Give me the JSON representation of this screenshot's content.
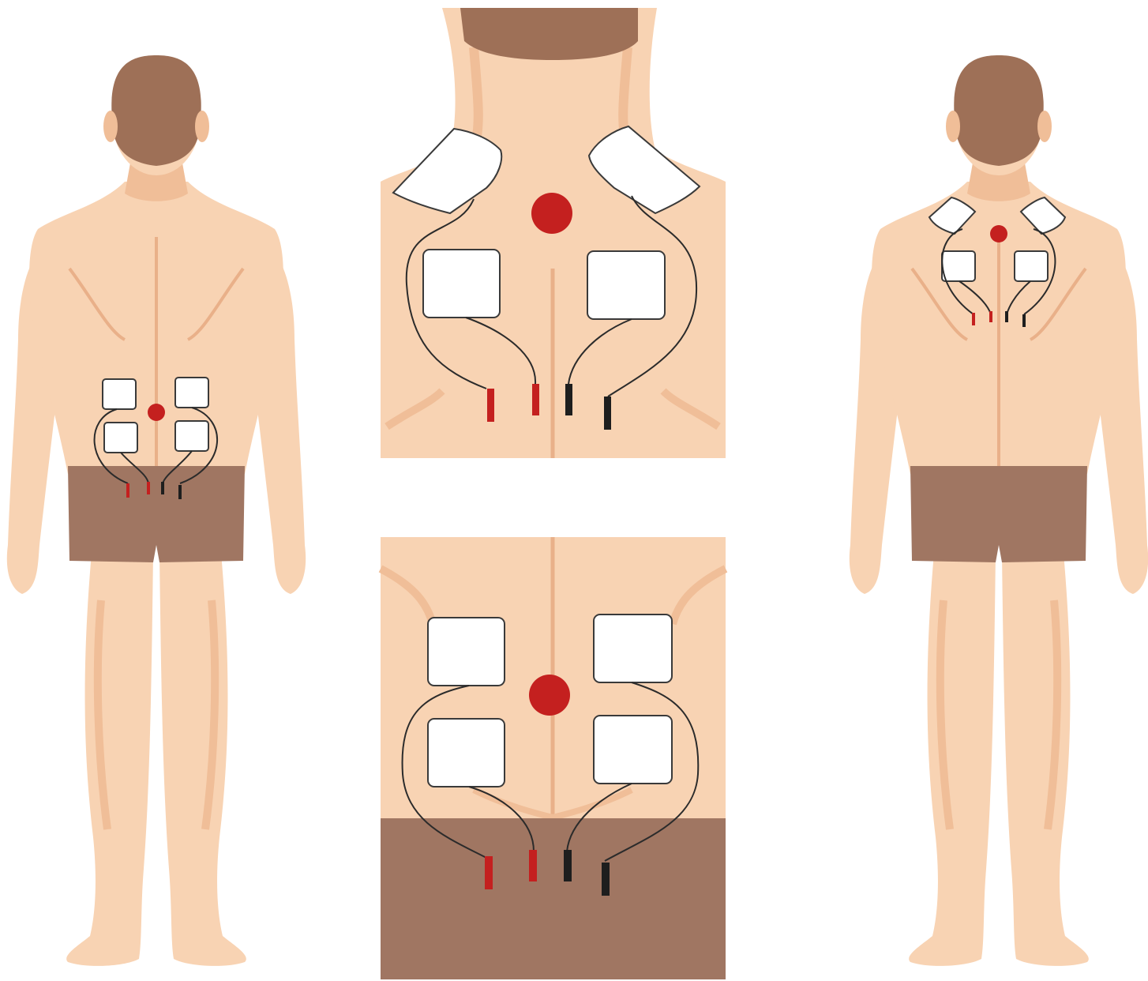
{
  "colors": {
    "skin": "#f8d3b3",
    "skin_shadow": "#f0be98",
    "skin_line": "#e9b089",
    "hair": "#9e7057",
    "shorts": "#a07662",
    "pain_point": "#c4201f",
    "pad_fill": "#ffffff",
    "pad_stroke": "#3a3a3a",
    "wire": "#2b2b2b",
    "lead_red": "#c4201f",
    "lead_black": "#1e1e1e"
  },
  "figures": [
    {
      "name": "figure-left-lower-back",
      "placement": "lower-back"
    },
    {
      "name": "figure-right-upper-back",
      "placement": "upper-back-shoulders"
    }
  ],
  "panels": [
    {
      "name": "panel-upper-back-closeup",
      "pads": 4,
      "leads": [
        "red",
        "red",
        "black",
        "black"
      ]
    },
    {
      "name": "panel-lower-back-closeup",
      "pads": 4,
      "leads": [
        "red",
        "red",
        "black",
        "black"
      ]
    }
  ]
}
